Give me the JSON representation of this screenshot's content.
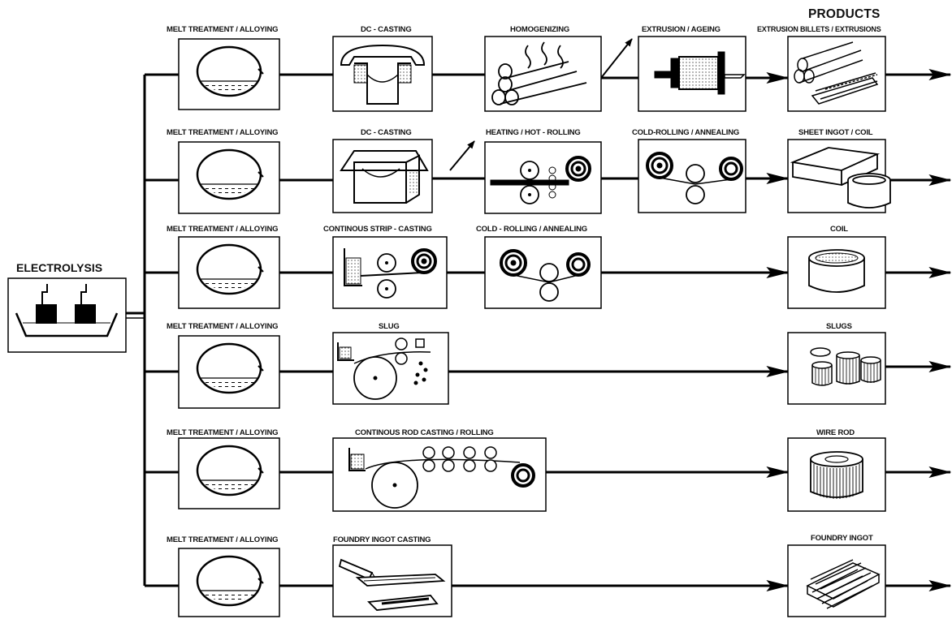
{
  "header": {
    "products_label": "PRODUCTS"
  },
  "source": {
    "label": "ELECTROLYSIS"
  },
  "rows": [
    {
      "steps": [
        "MELT TREATMENT / ALLOYING",
        "DC - CASTING",
        "HOMOGENIZING",
        "EXTRUSION / AGEING"
      ],
      "product": "EXTRUSION BILLETS / EXTRUSIONS"
    },
    {
      "steps": [
        "MELT TREATMENT / ALLOYING",
        "DC - CASTING",
        "HEATING / HOT - ROLLING",
        "COLD-ROLLING / ANNEALING"
      ],
      "product": "SHEET INGOT / COIL"
    },
    {
      "steps": [
        "MELT TREATMENT / ALLOYING",
        "CONTINOUS STRIP - CASTING",
        "COLD - ROLLING / ANNEALING"
      ],
      "product": "COIL"
    },
    {
      "steps": [
        "MELT TREATMENT / ALLOYING",
        "SLUG"
      ],
      "product": "SLUGS"
    },
    {
      "steps": [
        "MELT TREATMENT / ALLOYING",
        "CONTINOUS ROD CASTING / ROLLING"
      ],
      "product": "WIRE ROD"
    },
    {
      "steps": [
        "MELT TREATMENT / ALLOYING",
        "FOUNDRY INGOT CASTING"
      ],
      "product": "FOUNDRY INGOT"
    }
  ],
  "icons": {
    "melt": "melting-furnace-icon",
    "dc_casting": "dc-casting-mould-icon",
    "homogenizing": "heated-logs-icon",
    "extrusion": "extrusion-press-icon",
    "billets": "billets-and-profiles-icon",
    "hot_rolling": "hot-rolling-mill-icon",
    "cold_rolling": "cold-rolling-mill-icon",
    "strip_casting": "strip-caster-icon",
    "slug": "slug-punching-icon",
    "rod_casting": "rod-casting-rolling-icon",
    "foundry_casting": "ingot-pouring-icon",
    "sheet_ingot": "sheet-ingot-coil-icon",
    "coil": "coil-icon",
    "slugs": "slug-stacks-icon",
    "wire_rod": "wire-rod-spool-icon",
    "foundry_ingot": "ingot-stack-icon",
    "electrolysis": "electrolysis-cell-icon"
  }
}
